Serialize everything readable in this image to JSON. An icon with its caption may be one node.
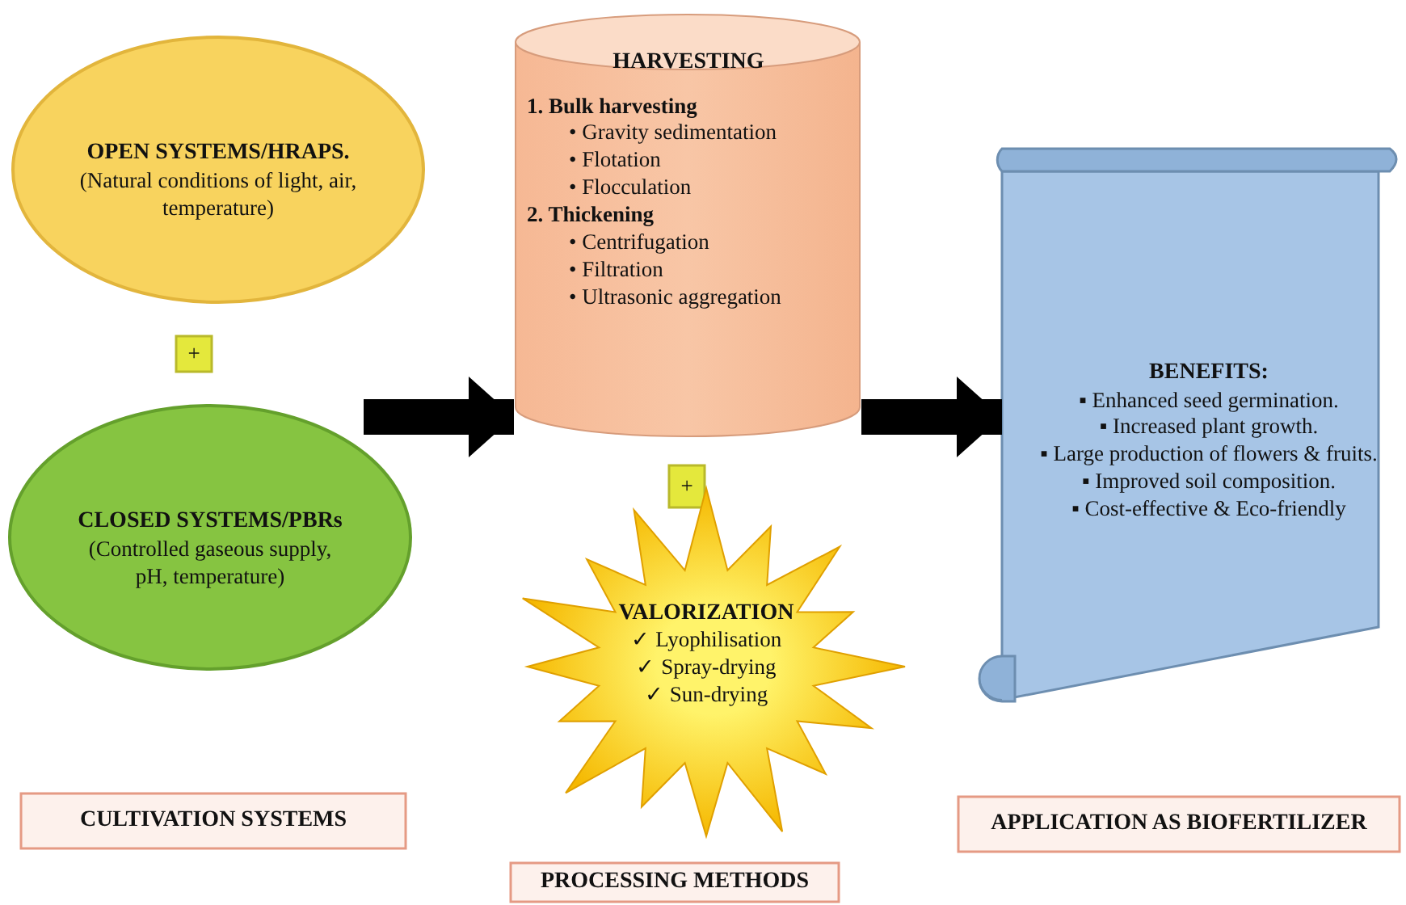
{
  "diagram": {
    "nodes": [
      {
        "text": [
          "OPEN SYSTEMS/HRAPS.",
          "(Natural conditions of light, air, temperature)"
        ]
      },
      {
        "text": [
          "+"
        ]
      },
      {
        "text": [
          "CLOSED SYSTEMS/PBRs",
          "(Controlled gaseous supply, pH, temperature)"
        ]
      },
      {
        "text": [
          "HARVESTING",
          "1. Bulk harvesting",
          "• Gravity sedimentation",
          "• Flotation",
          "• Flocculation",
          "2. Thickening",
          "• Centrifugation",
          "• Filtration",
          "• Ultrasonic aggregation"
        ]
      },
      {
        "text": [
          "+"
        ]
      },
      {
        "text": [
          "VALORIZATION",
          "✓ Lyophilisation",
          "✓ Spray-drying",
          "✓ Sun-drying"
        ]
      },
      {
        "text": [
          "BENEFITS:",
          "▪ Enhanced seed germination.",
          "▪ Increased plant growth.",
          "▪ Large production of flowers & fruits.",
          "▪ Improved soil composition.",
          "▪ Cost-effective & Eco-friendly"
        ]
      },
      {
        "text": [
          "CULTIVATION SYSTEMS"
        ]
      },
      {
        "text": [
          "PROCESSING METHODS"
        ]
      },
      {
        "text": [
          "APPLICATION AS BIOFERTILIZER"
        ]
      }
    ],
    "edges": [
      {
        "from": null,
        "to": 3,
        "arrow": "to"
      },
      {
        "from": 3,
        "to": 6,
        "arrow": "to"
      }
    ]
  }
}
